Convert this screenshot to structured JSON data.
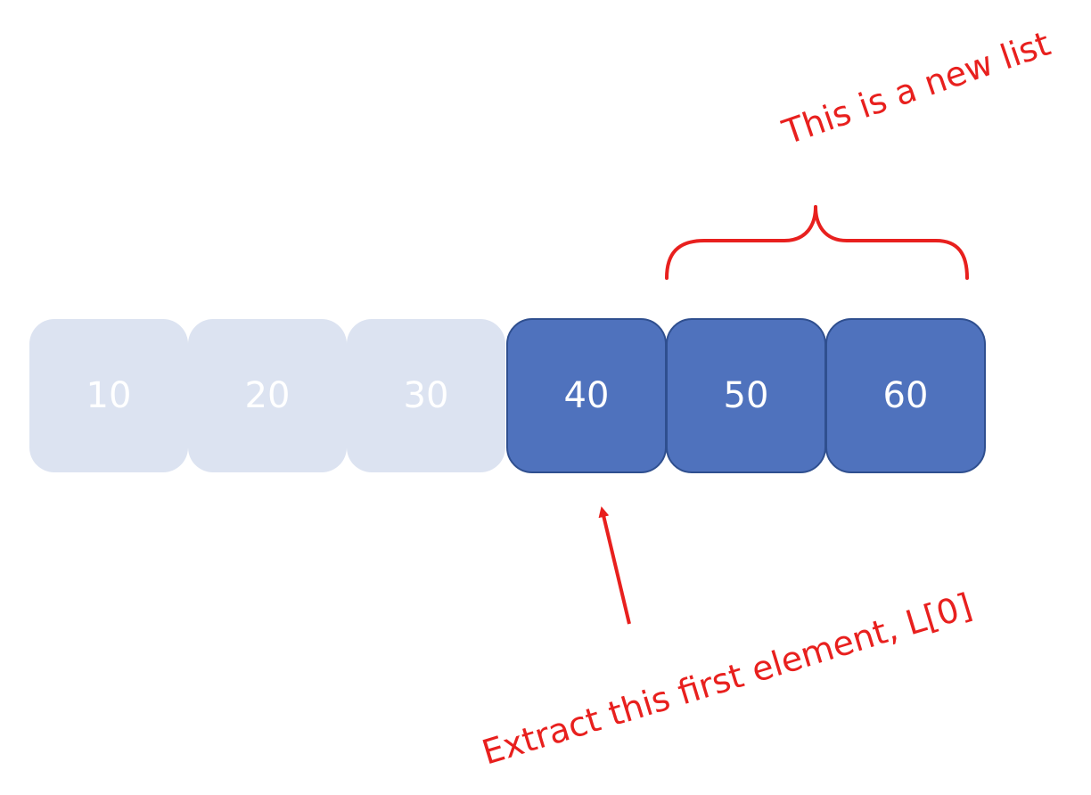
{
  "diagram": {
    "cells": [
      {
        "value": "10",
        "state": "faded"
      },
      {
        "value": "20",
        "state": "faded"
      },
      {
        "value": "30",
        "state": "faded"
      },
      {
        "value": "40",
        "state": "active"
      },
      {
        "value": "50",
        "state": "active"
      },
      {
        "value": "60",
        "state": "active"
      }
    ],
    "annotations": {
      "new_list": "This is a new list",
      "extract": "Extract this first element, L[0]"
    },
    "colors": {
      "active_fill": "#4f72bd",
      "active_stroke": "#2f4f8f",
      "faded_fill": "#dce3f1",
      "annotation": "#e8201e",
      "cell_text": "#ffffff"
    }
  }
}
